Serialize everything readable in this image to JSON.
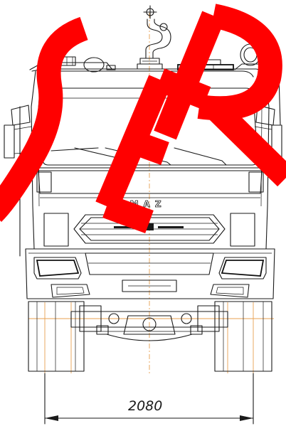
{
  "drawing": {
    "brand_text": "KAMAZ",
    "dimension_value": "2080",
    "watermark_text": "SER",
    "line_color": "#1a1a1a",
    "axis_color": "#e8a050",
    "watermark_color": "#ff0000"
  }
}
